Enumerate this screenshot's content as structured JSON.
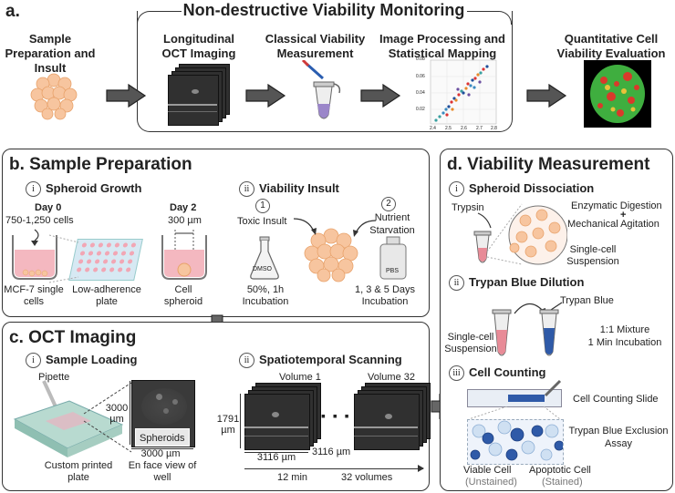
{
  "panel_a": {
    "label": "a.",
    "title": "Non-destructive Viability Monitoring",
    "steps": [
      "Sample Preparation and Insult",
      "Longitudinal OCT Imaging",
      "Classical Viability Measurement",
      "Image Processing and Statistical Mapping",
      "Quantitative Cell Viability Evaluation"
    ],
    "scatter_x_ticks": [
      "2.4",
      "2.5",
      "2.6",
      "2.7",
      "2.8"
    ],
    "scatter_y_ticks": [
      "0.08",
      "0.06",
      "0.04",
      "0.02"
    ]
  },
  "panel_b": {
    "label": "b.",
    "title": "Sample Preparation",
    "sub_i": {
      "numeral": "i",
      "title": "Spheroid Growth"
    },
    "day0": "Day 0",
    "day0_cells": "750-1,250 cells",
    "day2": "Day 2",
    "day2_size": "300 µm",
    "mcf7": "MCF-7 single cells",
    "plate": "Low-adherence plate",
    "spheroid": "Cell spheroid",
    "sub_ii": {
      "numeral": "ii",
      "title": "Viability Insult"
    },
    "insult1_num": "1",
    "insult1": "Toxic Insult",
    "insult2_num": "2",
    "insult2": "Nutrient Starvation",
    "dmso": "DMSO",
    "pbs": "PBS",
    "dmso_desc": "50%, 1h Incubation",
    "pbs_desc": "1, 3 & 5 Days Incubation"
  },
  "panel_c": {
    "label": "c.",
    "title": "OCT Imaging",
    "sub_i": {
      "numeral": "i",
      "title": "Sample Loading"
    },
    "pipette": "Pipette",
    "dim_3000_v": "3000 µm",
    "dim_3000_h": "3000 µm",
    "spheroids": "Spheroids",
    "custom_plate": "Custom printed plate",
    "enface": "En face view of well",
    "sub_ii": {
      "numeral": "ii",
      "title": "Spatiotemporal Scanning"
    },
    "volume1": "Volume 1",
    "volume32": "Volume 32",
    "dim_1791": "1791 µm",
    "dim_3116_a": "3116 µm",
    "dim_3116_b": "3116 µm",
    "time": "12 min",
    "volumes": "32 volumes",
    "ellipsis": "▪ ▪ ▪"
  },
  "panel_d": {
    "label": "d.",
    "title": "Viability Measurement",
    "sub_i": {
      "numeral": "i",
      "title": "Spheroid Dissociation"
    },
    "trypsin": "Trypsin",
    "enzymatic": "Enzymatic Digestion",
    "plus": "+",
    "mechanical": "Mechanical Agitation",
    "single_cell": "Single-cell Suspension",
    "sub_ii": {
      "numeral": "ii",
      "title": "Trypan Blue Dilution"
    },
    "trypan_blue": "Trypan Blue",
    "single_cell2": "Single-cell Suspension",
    "mixture": "1:1 Mixture",
    "incubation": "1 Min Incubation",
    "sub_iii": {
      "numeral": "iii",
      "title": "Cell Counting"
    },
    "slide": "Cell Counting Slide",
    "assay": "Trypan Blue Exclusion Assay",
    "viable": "Viable Cell",
    "unstained": "(Unstained)",
    "apoptotic": "Apoptotic Cell",
    "stained": "(Stained)"
  },
  "colors": {
    "spheroid": "#f7c59f",
    "media_pink": "#f4b8c0",
    "trypan_blue": "#2f5aa8",
    "heatmap_green": "#3fae3f",
    "heatmap_red": "#d93a2b",
    "arrow_gray": "#555555"
  }
}
